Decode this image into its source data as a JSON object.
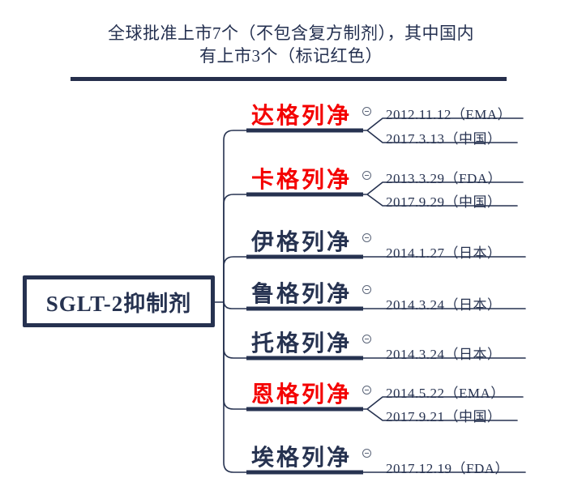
{
  "title": {
    "line1": "全球批准上市7个（不包含复方制剂），其中国内",
    "line2": "有上市3个（标记红色）"
  },
  "root": {
    "label": "SGLT-2抑制剂"
  },
  "colors": {
    "navy": "#263250",
    "red": "#f40000",
    "collapse_icon": "#5a6478"
  },
  "icons": {
    "collapse": "circled-minus"
  },
  "branches": [
    {
      "name": "达格列净",
      "highlight": true,
      "children": [
        "2012.11.12（EMA）",
        "2017.3.13（中国）"
      ]
    },
    {
      "name": "卡格列净",
      "highlight": true,
      "children": [
        "2013.3.29（FDA）",
        "2017.9.29（中国）"
      ]
    },
    {
      "name": "伊格列净",
      "highlight": false,
      "children": [
        "2014.1.27（日本）"
      ]
    },
    {
      "name": "鲁格列净",
      "highlight": false,
      "children": [
        "2014.3.24（日本）"
      ]
    },
    {
      "name": "托格列净",
      "highlight": false,
      "children": [
        "2014.3.24（日本）"
      ]
    },
    {
      "name": "恩格列净",
      "highlight": true,
      "children": [
        "2014.5.22（EMA）",
        "2017.9.21（中国）"
      ]
    },
    {
      "name": "埃格列净",
      "highlight": false,
      "children": [
        "2017.12.19（FDA）"
      ]
    }
  ]
}
